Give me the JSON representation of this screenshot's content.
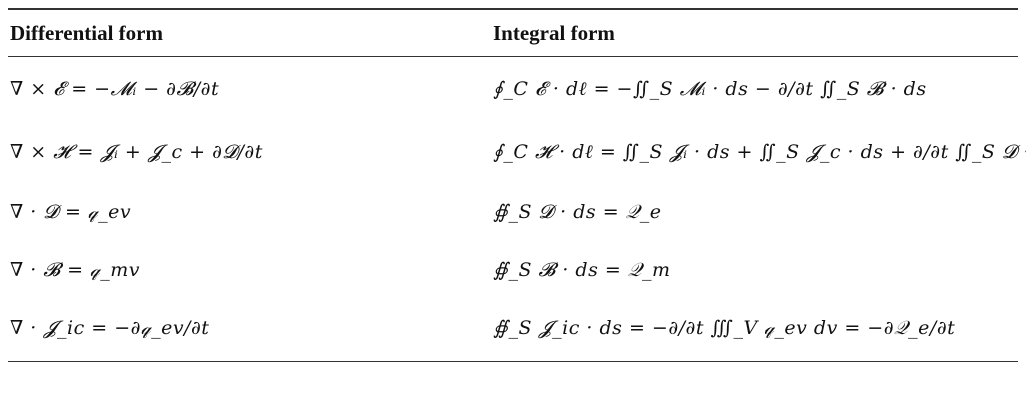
{
  "table": {
    "headers": {
      "differential": "Differential form",
      "integral": "Integral form"
    },
    "rows": [
      {
        "differential": "∇ × 𝓔 = −𝓜ᵢ − ∂𝓑/∂t",
        "integral": "∮_C 𝓔 · dℓ = −∬_S 𝓜ᵢ · ds − ∂/∂t ∬_S 𝓑 · ds"
      },
      {
        "differential": "∇ × 𝓗 = 𝓙ᵢ + 𝓙_c + ∂𝓓/∂t",
        "integral": "∮_C 𝓗 · dℓ = ∬_S 𝓙ᵢ · ds + ∬_S 𝓙_c · ds + ∂/∂t ∬_S 𝓓 · ds"
      },
      {
        "differential": "∇ · 𝓓 = 𝓆_ev",
        "integral": "∯_S 𝓓 · ds = 𝒬_e"
      },
      {
        "differential": "∇ · 𝓑 = 𝓆_mv",
        "integral": "∯_S 𝓑 · ds = 𝒬_m"
      },
      {
        "differential": "∇ · 𝓙_ic = −∂𝓆_ev/∂t",
        "integral": "∯_S 𝓙_ic · ds = −∂/∂t ∭_V 𝓆_ev dv = −∂𝒬_e/∂t"
      }
    ]
  }
}
